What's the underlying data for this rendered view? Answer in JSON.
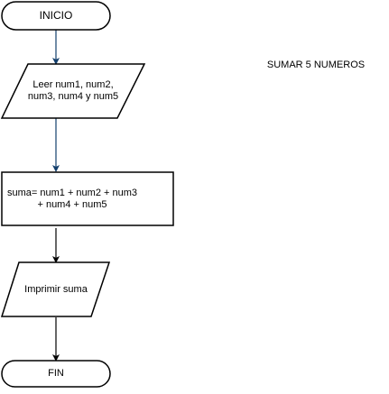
{
  "diagram": {
    "title": "SUMAR 5 NUMEROS",
    "nodes": {
      "start": {
        "label": "INICIO",
        "shape": "terminator"
      },
      "input": {
        "label": "Leer num1, num2,\nnum3, num4 y num5",
        "shape": "data"
      },
      "process": {
        "label": "suma= num1 + num2 + num3\n+ num4 + num5",
        "shape": "process"
      },
      "output": {
        "label": "Imprimir suma",
        "shape": "data"
      },
      "end": {
        "label": "FIN",
        "shape": "terminator"
      }
    },
    "edges": [
      {
        "from": "start",
        "to": "input",
        "color": "#123e6c"
      },
      {
        "from": "input",
        "to": "process",
        "color": "#123e6c"
      },
      {
        "from": "process",
        "to": "output",
        "color": "#000000"
      },
      {
        "from": "output",
        "to": "end",
        "color": "#000000"
      }
    ]
  }
}
